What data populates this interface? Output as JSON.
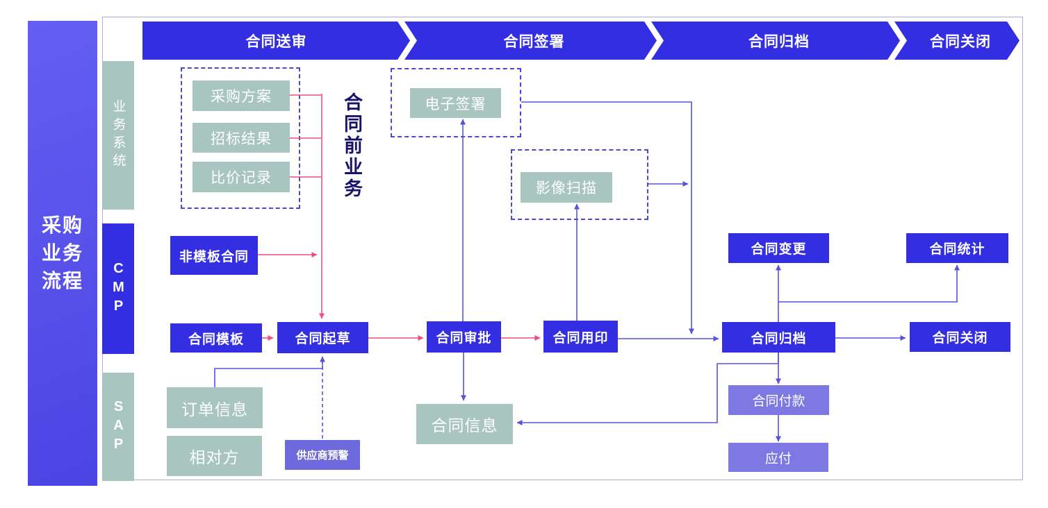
{
  "sidebar": {
    "lines": [
      "采购",
      "业务",
      "流程"
    ]
  },
  "lanes": {
    "business": "业务系统",
    "cmp": "CMP",
    "sap": "SAP"
  },
  "phases": [
    "合同送审",
    "合同签署",
    "合同归档",
    "合同关闭"
  ],
  "annotation": {
    "pre_contract_business": "合同前业务"
  },
  "business_lane": {
    "procurement_plan": "采购方案",
    "bidding_result": "招标结果",
    "price_comparison": "比价记录",
    "e_signature": "电子签署",
    "image_scan": "影像扫描"
  },
  "cmp_lane": {
    "non_template_contract": "非模板合同",
    "contract_template": "合同模板",
    "contract_draft": "合同起草",
    "contract_approval": "合同审批",
    "contract_seal": "合同用印",
    "contract_archive": "合同归档",
    "contract_close": "合同关闭",
    "contract_change": "合同变更",
    "contract_statistics": "合同统计"
  },
  "sap_lane": {
    "order_info": "订单信息",
    "counterparty": "相对方",
    "supplier_alert": "供应商预警",
    "contract_info": "合同信息",
    "contract_payment": "合同付款",
    "payable": "应付"
  },
  "colors": {
    "primary_blue": "#332ee2",
    "sage_green": "#a8c5bf",
    "purple_dark": "#6e69dc",
    "purple_light": "#7d78e2",
    "pink_connector": "#ee4d87",
    "blue_connector": "#5653d8",
    "navy_text": "#17126b",
    "frame_border": "#a9a9dc"
  }
}
